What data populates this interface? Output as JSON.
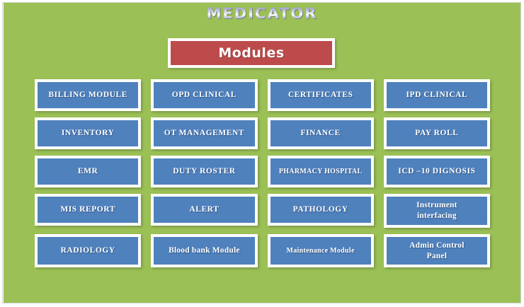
{
  "app": {
    "title": "MEDICATOR",
    "background_color": "#9bc055",
    "tile_color": "#4f81bd",
    "banner_color": "#be4b4b",
    "border_color": "#ffffff"
  },
  "banner": {
    "label": "Modules"
  },
  "grid": {
    "rows": [
      {
        "tiles": [
          {
            "label": "BILLING MODULE",
            "style": "caps"
          },
          {
            "label": "OPD CLINICAL",
            "style": "caps"
          },
          {
            "label": "CERTIFICATES",
            "style": "caps"
          },
          {
            "label": "IPD CLINICAL",
            "style": "caps"
          }
        ]
      },
      {
        "tiles": [
          {
            "label": "INVENTORY",
            "style": "caps"
          },
          {
            "label": "OT MANAGEMENT",
            "style": "caps"
          },
          {
            "label": "FINANCE",
            "style": "caps"
          },
          {
            "label": "PAY ROLL",
            "style": "caps"
          }
        ]
      },
      {
        "tiles": [
          {
            "label": "EMR",
            "style": "caps"
          },
          {
            "label": "DUTY ROSTER",
            "style": "caps"
          },
          {
            "label": "PHARMACY HOSPITAL",
            "style": "small"
          },
          {
            "label": "ICD –10 DIGNOSIS",
            "style": "caps"
          }
        ]
      },
      {
        "tiles": [
          {
            "label": "MIS REPORT",
            "style": "caps"
          },
          {
            "label": "ALERT",
            "style": "caps"
          },
          {
            "label": "PATHOLOGY",
            "style": "caps"
          },
          {
            "label": "Instrument\ninterfacing",
            "style": "mixed-two-line"
          }
        ]
      },
      {
        "tiles": [
          {
            "label": "RADIOLOGY",
            "style": "caps"
          },
          {
            "label": "Blood bank Module",
            "style": "mixed"
          },
          {
            "label": "Maintenance Module",
            "style": "small"
          },
          {
            "label": "Admin Control\nPanel",
            "style": "mixed-two-line"
          }
        ]
      }
    ]
  }
}
